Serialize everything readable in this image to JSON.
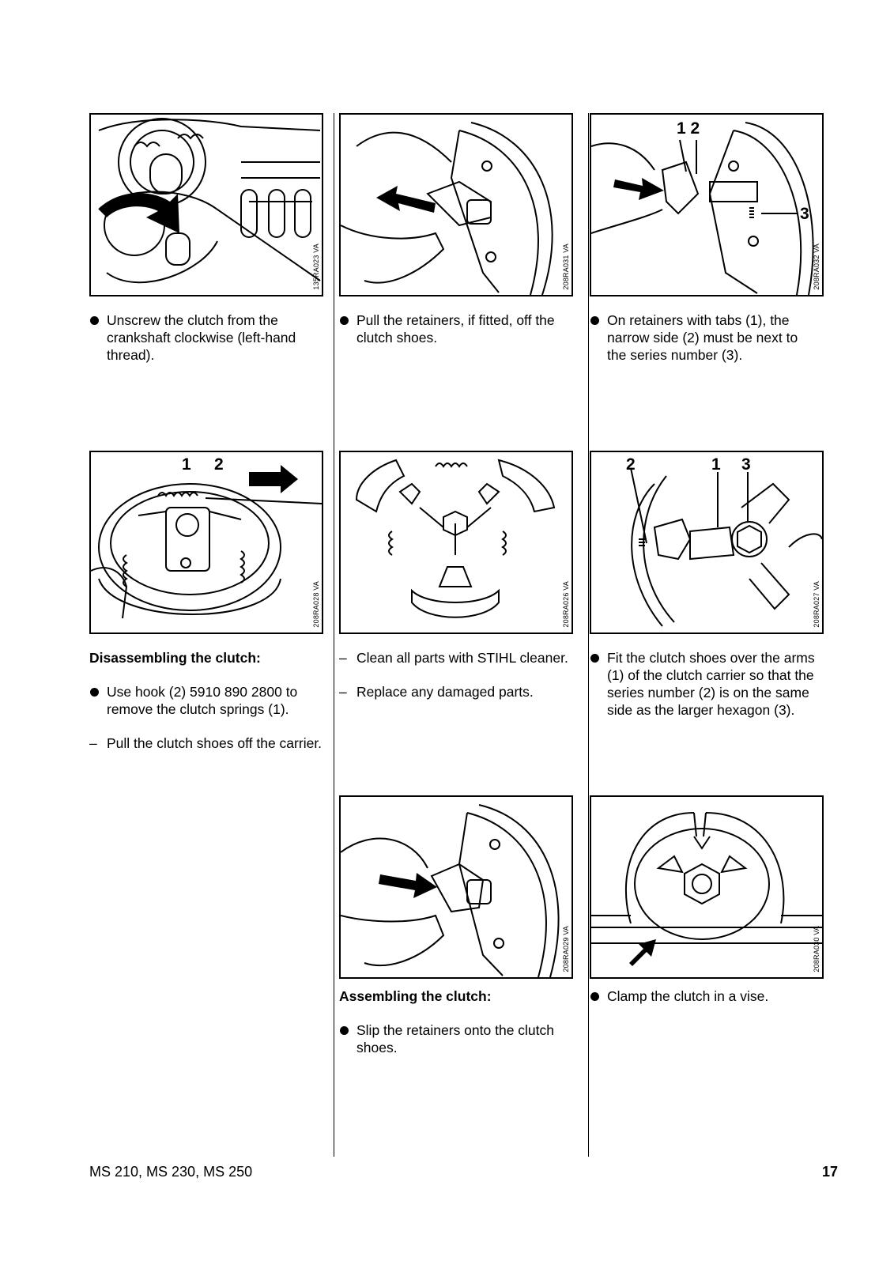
{
  "figures": {
    "fig1": {
      "code": "135RA023 VA"
    },
    "fig2": {
      "code": "208RA031 VA"
    },
    "fig3": {
      "code": "208RA032 VA",
      "callouts": [
        "1 2",
        "3"
      ]
    },
    "fig4": {
      "code": "208RA028 VA",
      "callouts": [
        "1",
        "2"
      ]
    },
    "fig5": {
      "code": "208RA026 VA"
    },
    "fig6": {
      "code": "208RA027 VA",
      "callouts": [
        "2",
        "1",
        "3"
      ]
    },
    "fig7": {
      "code": "208RA029 VA"
    },
    "fig8": {
      "code": "208RA030 VA"
    }
  },
  "text": {
    "r1c1": "Unscrew the clutch from the crankshaft clockwise (left-hand thread).",
    "r1c2": "Pull the retainers, if fitted, off the clutch shoes.",
    "r1c3": "On retainers with tabs (1), the narrow side (2) must be next to the series number (3).",
    "r2c1_heading": "Disassembling the clutch:",
    "r2c1_b1": "Use hook (2) 5910 890 2800 to remove the clutch springs (1).",
    "r2c1_d1": "Pull the clutch shoes off the carrier.",
    "r2c2_d1": "Clean all parts with STIHL cleaner.",
    "r2c2_d2": "Replace any damaged parts.",
    "r2c3": "Fit the clutch shoes over the arms (1) of the clutch carrier so that the series number (2) is on the same side as the larger hexagon (3).",
    "r3c2_heading": "Assembling the clutch:",
    "r3c2_b1": "Slip the retainers onto the clutch shoes.",
    "r3c3": "Clamp the clutch in a vise."
  },
  "markers": {
    "dash": "–"
  },
  "footer": {
    "models": "MS 210, MS 230, MS 250",
    "page": "17"
  }
}
